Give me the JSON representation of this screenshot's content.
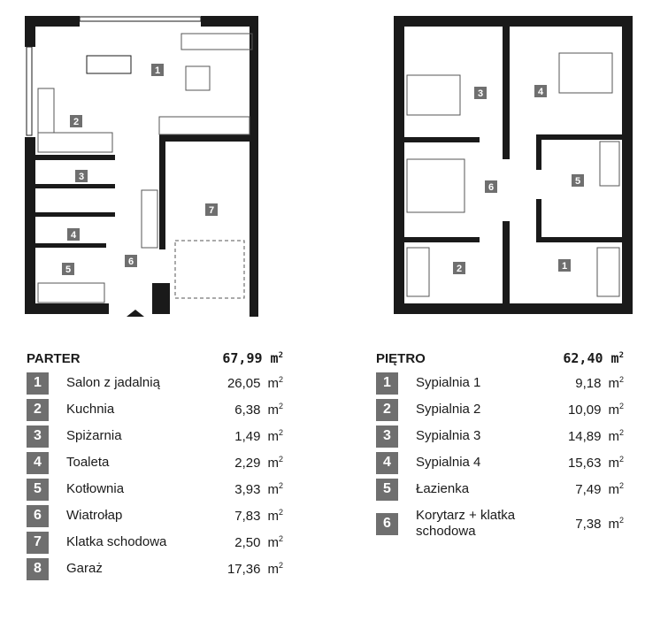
{
  "ground": {
    "title": "PARTER",
    "total": "67,99",
    "unit": "m",
    "plan_labels": [
      "1",
      "2",
      "3",
      "4",
      "5",
      "6",
      "7"
    ],
    "rooms": [
      {
        "n": "1",
        "name": "Salon z jadalnią",
        "area": "26,05"
      },
      {
        "n": "2",
        "name": "Kuchnia",
        "area": "6,38"
      },
      {
        "n": "3",
        "name": "Spiżarnia",
        "area": "1,49"
      },
      {
        "n": "4",
        "name": "Toaleta",
        "area": "2,29"
      },
      {
        "n": "5",
        "name": "Kotłownia",
        "area": "3,93"
      },
      {
        "n": "6",
        "name": "Wiatrołap",
        "area": "7,83"
      },
      {
        "n": "7",
        "name": "Klatka schodowa",
        "area": "2,50"
      },
      {
        "n": "8",
        "name": "Garaż",
        "area": "17,36"
      }
    ]
  },
  "upper": {
    "title": "PIĘTRO",
    "total": "62,40",
    "unit": "m",
    "plan_labels": [
      "1",
      "2",
      "3",
      "4",
      "5",
      "6"
    ],
    "rooms": [
      {
        "n": "1",
        "name": "Sypialnia 1",
        "area": "9,18"
      },
      {
        "n": "2",
        "name": "Sypialnia 2",
        "area": "10,09"
      },
      {
        "n": "3",
        "name": "Sypialnia 3",
        "area": "14,89"
      },
      {
        "n": "4",
        "name": "Sypialnia 4",
        "area": "15,63"
      },
      {
        "n": "5",
        "name": "Łazienka",
        "area": "7,49"
      },
      {
        "n": "6",
        "name": "Korytarz + klatka schodowa",
        "area": "7,38"
      }
    ]
  },
  "colors": {
    "wall": "#1a1a1a",
    "badge": "#6f6f6f"
  }
}
